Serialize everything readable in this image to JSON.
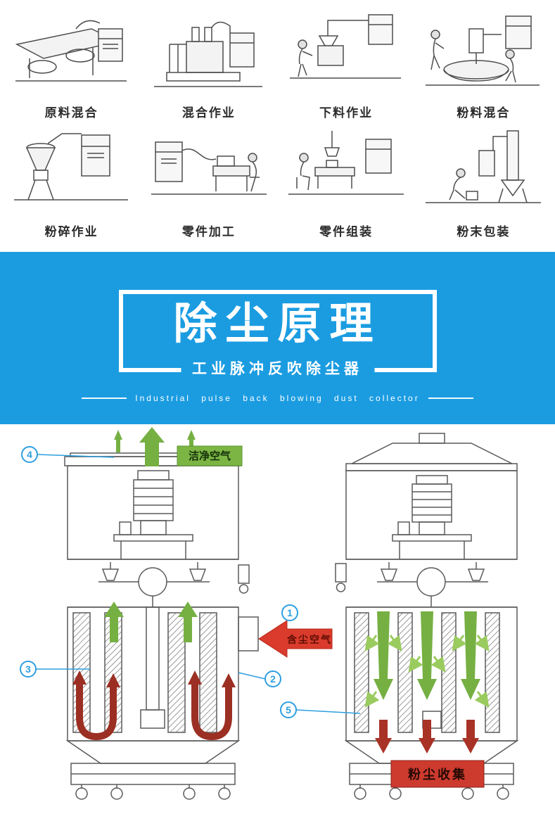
{
  "process_grid": {
    "items": [
      {
        "label": "原料混合"
      },
      {
        "label": "混合作业"
      },
      {
        "label": "下料作业"
      },
      {
        "label": "粉料混合"
      },
      {
        "label": "粉碎作业"
      },
      {
        "label": "零件加工"
      },
      {
        "label": "零件组装"
      },
      {
        "label": "粉末包装"
      }
    ]
  },
  "banner": {
    "title": "除尘原理",
    "subtitle": "工业脉冲反吹除尘器",
    "subtitle_en": "Industrial pulse back blowing dust collector",
    "bg_color": "#1b9ce1"
  },
  "diagram": {
    "callouts": [
      {
        "num": "1"
      },
      {
        "num": "2"
      },
      {
        "num": "3"
      },
      {
        "num": "4"
      },
      {
        "num": "5"
      }
    ],
    "labels": {
      "clean_air": "洁净空气",
      "dusty_air": "含尘空气",
      "dust_collect": "粉尘收集"
    },
    "colors": {
      "green": "#76b043",
      "light_green": "#9acb5e",
      "red": "#a93226",
      "bright_red": "#da3b2c",
      "blue": "#2e9fe0"
    }
  }
}
